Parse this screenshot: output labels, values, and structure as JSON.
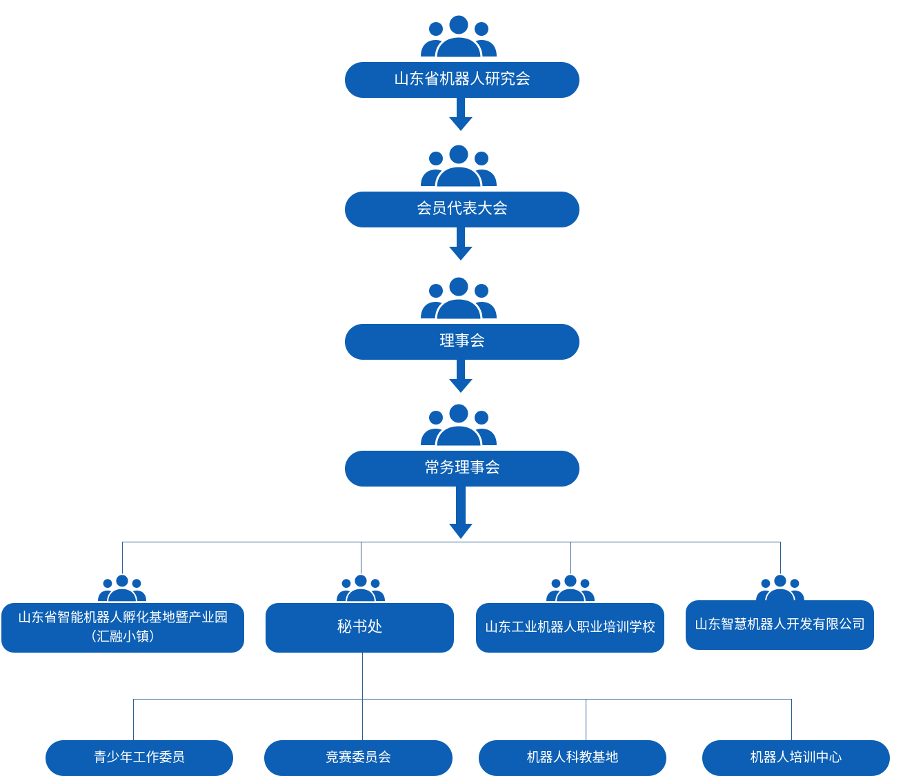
{
  "colors": {
    "node_fill": "#0c5fb4",
    "connector": "#2f5f8f",
    "text": "#ffffff"
  },
  "icons": {
    "group": "people-group-icon",
    "arrow": "arrow-down-icon"
  },
  "chain": [
    {
      "label": "山东省机器人研究会"
    },
    {
      "label": "会员代表大会"
    },
    {
      "label": "理事会"
    },
    {
      "label": "常务理事会"
    }
  ],
  "branches": [
    {
      "label": "山东省智能机器人孵化基地暨产业园\n（汇融小镇）"
    },
    {
      "label": "秘书处"
    },
    {
      "label": "山东工业机器人职业培训学校"
    },
    {
      "label": "山东智慧机器人开发有限公司"
    }
  ],
  "secretariat_units": [
    {
      "label": "青少年工作委员"
    },
    {
      "label": "竞赛委员会"
    },
    {
      "label": "机器人科教基地"
    },
    {
      "label": "机器人培训中心"
    }
  ]
}
